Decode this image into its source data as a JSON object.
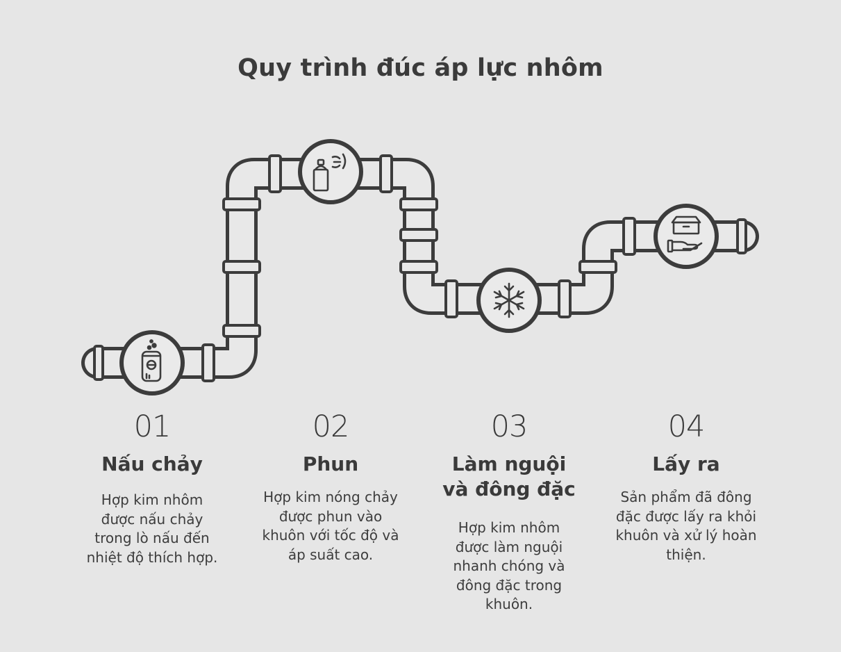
{
  "title": "Quy trình đúc áp lực nhôm",
  "steps": [
    {
      "number": "01",
      "label": "Nấu chảy",
      "description": "Hợp kim nhôm được nấu chảy trong lò nấu đến nhiệt độ thích hợp.",
      "icon": "melting-pot-icon"
    },
    {
      "number": "02",
      "label": "Phun",
      "description": "Hợp kim nóng chảy được phun vào khuôn với tốc độ và áp suất cao.",
      "icon": "spray-can-icon"
    },
    {
      "number": "03",
      "label": "Làm nguội và đông đặc",
      "description": "Hợp kim nhôm được làm nguội nhanh chóng và đông đặc trong khuôn.",
      "icon": "snowflake-icon"
    },
    {
      "number": "04",
      "label": "Lấy ra",
      "description": "Sản phẩm đã đông đặc được lấy ra khỏi khuôn và xử lý hoàn thiện.",
      "icon": "hand-box-icon"
    }
  ],
  "colors": {
    "background": "#e6e6e6",
    "pipe_fill": "#e8e8e8",
    "pipe_stroke": "#3c3c3c",
    "text": "#3a3a3a"
  }
}
